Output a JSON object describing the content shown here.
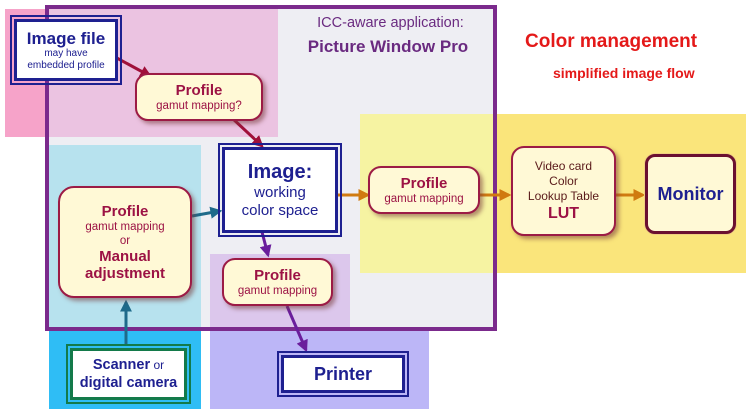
{
  "header": {
    "title": "Color management",
    "subtitle": "simplified image flow"
  },
  "app": {
    "caption": "ICC-aware application:",
    "name": "Picture Window Pro"
  },
  "nodes": {
    "image_file": {
      "title": "Image file",
      "sub1": "may have",
      "sub2": "embedded profile"
    },
    "profile_in": {
      "title": "Profile",
      "sub": "gamut mapping?"
    },
    "image_ws": {
      "title": "Image:",
      "line2": "working",
      "line3": "color space"
    },
    "profile_out_monitor": {
      "title": "Profile",
      "sub": "gamut mapping"
    },
    "lut": {
      "line1": "Video card",
      "line2": "Color",
      "line3": "Lookup Table",
      "title": "LUT"
    },
    "monitor": {
      "title": "Monitor"
    },
    "profile_manual": {
      "title": "Profile",
      "sub1": "gamut mapping",
      "sub2": "or",
      "line3": "Manual",
      "line4": "adjustment"
    },
    "profile_printer": {
      "title": "Profile",
      "sub": "gamut mapping"
    },
    "scanner": {
      "line1a": "Scanner",
      "line1b": " or",
      "line2": "digital camera"
    },
    "printer": {
      "title": "Printer"
    }
  },
  "colors": {
    "app_border": "#7b2a8c",
    "arrow_red": "#a0103a",
    "arrow_blue": "#1e6a8a",
    "arrow_purple": "#6a1e9c",
    "arrow_orange": "#d07a10",
    "navy": "#1e2090"
  }
}
